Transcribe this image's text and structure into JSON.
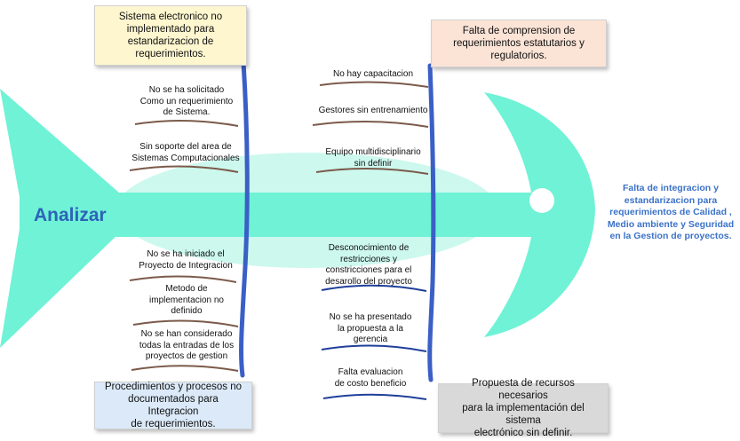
{
  "title": "Analizar",
  "effect_lines": [
    "Falta de integracion y",
    "estandarizacion  para",
    "requerimientos de Calidad ,",
    "Medio ambiente y Seguridad",
    "en la Gestion  de proyectos."
  ],
  "categories": {
    "top_left": [
      "Sistema electronico no",
      "implementado para",
      "estandarizacion de",
      "requerimientos."
    ],
    "top_right": [
      "Falta de comprension de",
      "requerimientos estatutarios y",
      "regulatorios."
    ],
    "bottom_left": [
      "Procedimientos y procesos no",
      "documentados para Integracion",
      "de requerimientos."
    ],
    "bottom_right": [
      "Propuesta de recursos necesarios",
      "para la implementación del sistema",
      "electrónico sin definir."
    ]
  },
  "causes": {
    "top_left": [
      [
        "No se ha solicitado",
        "Como un requerimiento",
        "de Sistema."
      ],
      [
        "Sin soporte del area de",
        "Sistemas Computacionales"
      ]
    ],
    "top_right": [
      [
        "No hay capacitacion"
      ],
      [
        "Gestores sin entrenamiento"
      ],
      [
        "Equipo multidisciplinario",
        "sin definir"
      ]
    ],
    "bottom_left": [
      [
        "No se ha iniciado el",
        "Proyecto de Integracion"
      ],
      [
        "Metodo de",
        "implementacion no",
        "definido"
      ],
      [
        "No se han considerado",
        "todas la entradas de los",
        "proyectos de gestion"
      ]
    ],
    "bottom_right": [
      [
        "Desconocimiento de",
        "restricciones y",
        "constricciones para el",
        "desarollo del proyecto"
      ],
      [
        "No se ha presentado",
        "la propuesta a la",
        "gerencia"
      ],
      [
        "Falta evaluacion",
        "de costo beneficio"
      ]
    ]
  },
  "colors": {
    "fish": "#6ff2d6",
    "fish_belly": "#cdf8ee",
    "bone": "#3a5fc6",
    "twig": "#7b5a4a",
    "twig_dark": "#1f3f9a",
    "title": "#2d63b8",
    "effect": "#3c72c8",
    "box_top_left": "#fdf6cf",
    "box_top_right": "#fbe3d6",
    "box_bottom_left": "#dbe9f8",
    "box_bottom_right": "#d9d9d9"
  }
}
